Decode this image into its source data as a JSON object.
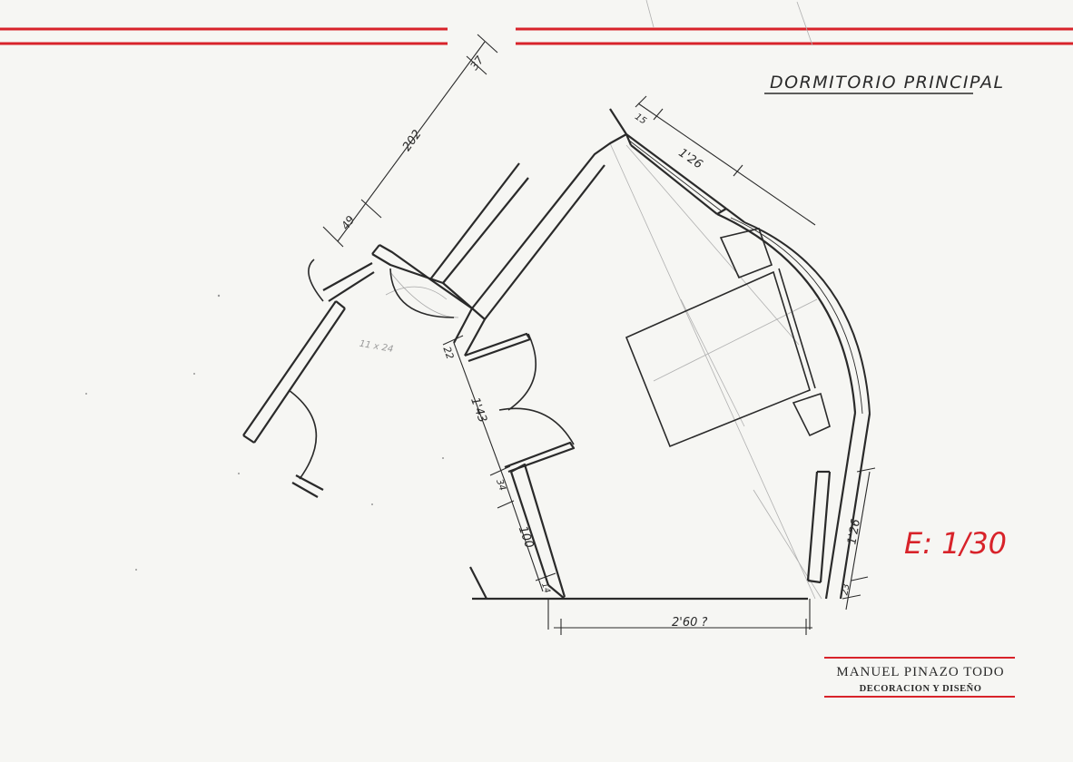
{
  "title": "DORMITORIO PRINCIPAL",
  "scale": "E: 1/30",
  "author": {
    "name": "MANUEL PINAZO TODO",
    "tagline": "DECORACION Y DISEÑO"
  },
  "dimensions": {
    "top_15": "15",
    "top_126": "1'26",
    "left_37": "37",
    "left_202": "202",
    "left_49": "49",
    "hall_22": "22",
    "pencil_note": "11 x 24",
    "left_143": "1'43",
    "left_34": "34",
    "left_100": "100",
    "left_14": "14",
    "bottom_260": "2'60 ?",
    "right_126": "1'26",
    "right_23": "23"
  },
  "colors": {
    "paper": "#f6f6f3",
    "ink": "#2a2a2a",
    "accent_red": "#d8232a",
    "pencil": "#9a9a9a"
  }
}
